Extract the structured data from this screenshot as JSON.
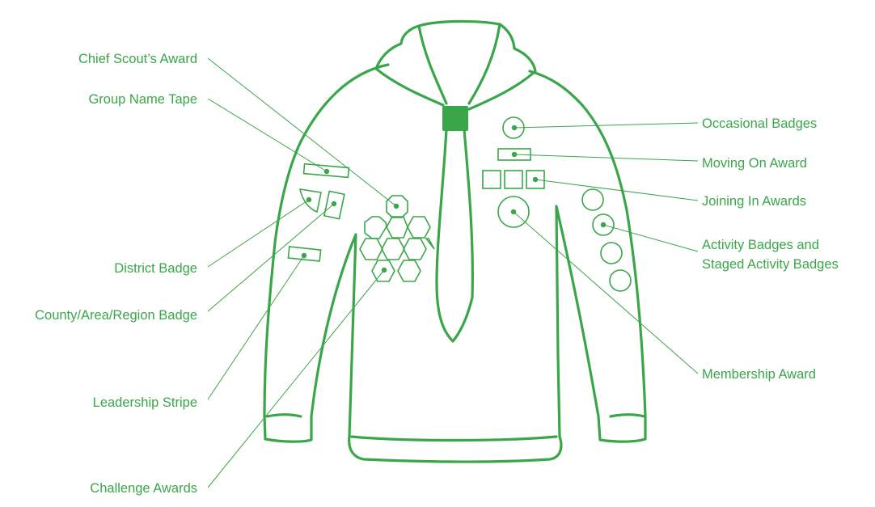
{
  "labels": {
    "chief_scouts_award": "Chief Scout’s Award",
    "group_name_tape": "Group Name Tape",
    "district_badge": "District Badge",
    "county_area_region_badge": "County/Area/Region Badge",
    "leadership_stripe": "Leadership Stripe",
    "challenge_awards": "Challenge Awards",
    "occasional_badges": "Occasional Badges",
    "moving_on_award": "Moving On Award",
    "joining_in_awards": "Joining In Awards",
    "activity_badges_line1": "Activity Badges and",
    "activity_badges_line2": "Staged Activity Badges",
    "membership_award": "Membership Award"
  },
  "colors": {
    "accent": "#3aa64a",
    "background": "#ffffff"
  }
}
